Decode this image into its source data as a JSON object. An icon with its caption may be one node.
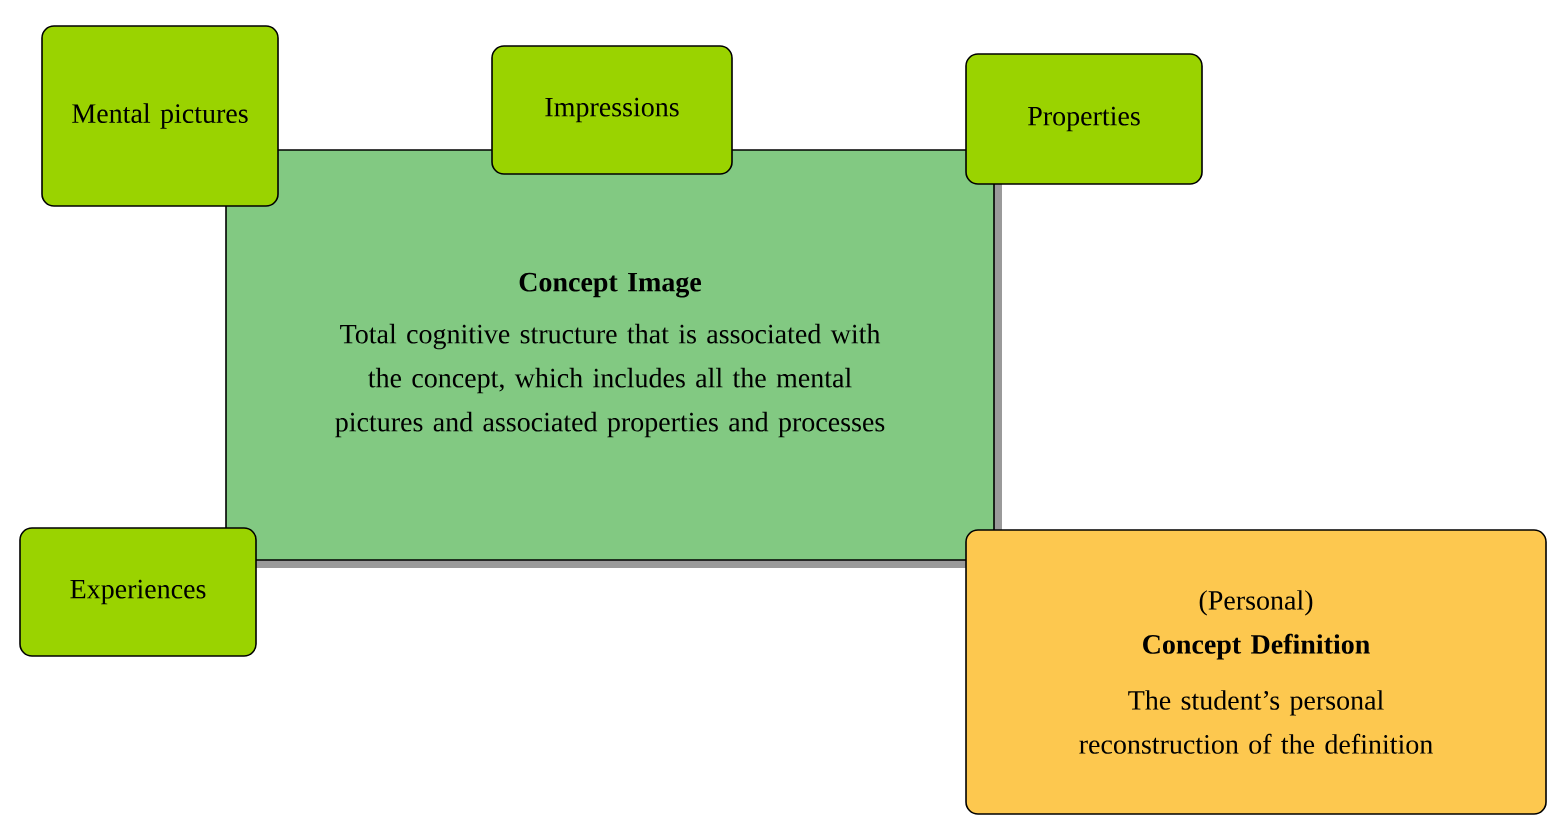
{
  "diagram": {
    "nodes": [
      {
        "text": [
          "Concept Image",
          "Total cognitive structure that is associated with the concept, which includes all the mental pictures and associated properties and processes"
        ]
      },
      {
        "text": [
          "Mental pictures"
        ]
      },
      {
        "text": [
          "Impressions"
        ]
      },
      {
        "text": [
          "Properties"
        ]
      },
      {
        "text": [
          "Experiences"
        ]
      },
      {
        "text": [
          "(Personal)",
          "Concept Definition",
          "The student’s personal reconstruction of the definition"
        ]
      }
    ]
  }
}
